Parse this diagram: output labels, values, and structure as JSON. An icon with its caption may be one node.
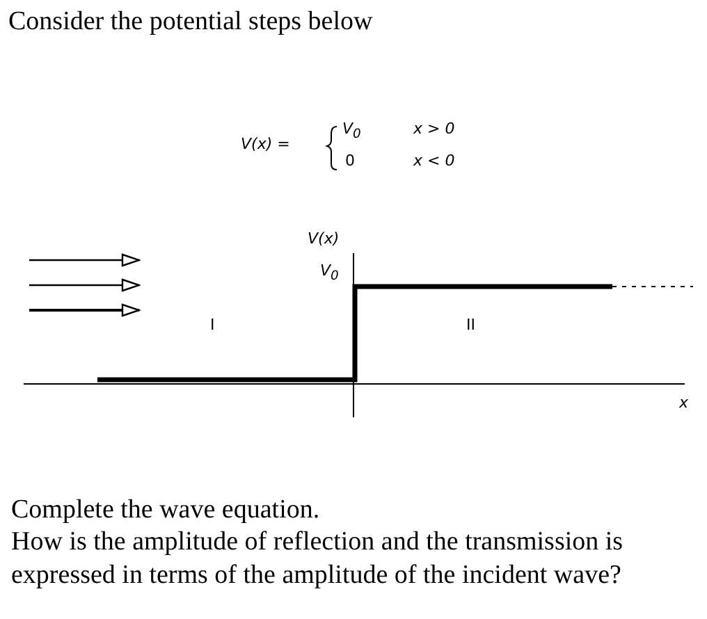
{
  "diagram": {
    "title": "Consider the potential steps below",
    "labels": [
      "V(x) =",
      "V$_{0}$",
      "x > 0",
      "0",
      "x < 0",
      "V(x)",
      "V$_{0}$",
      "I",
      "II",
      "x",
      "Complete the wave equation.",
      "How is the amplitude of reflection and the transmission is expressed in terms of the amplitude of the incident wave?"
    ]
  }
}
